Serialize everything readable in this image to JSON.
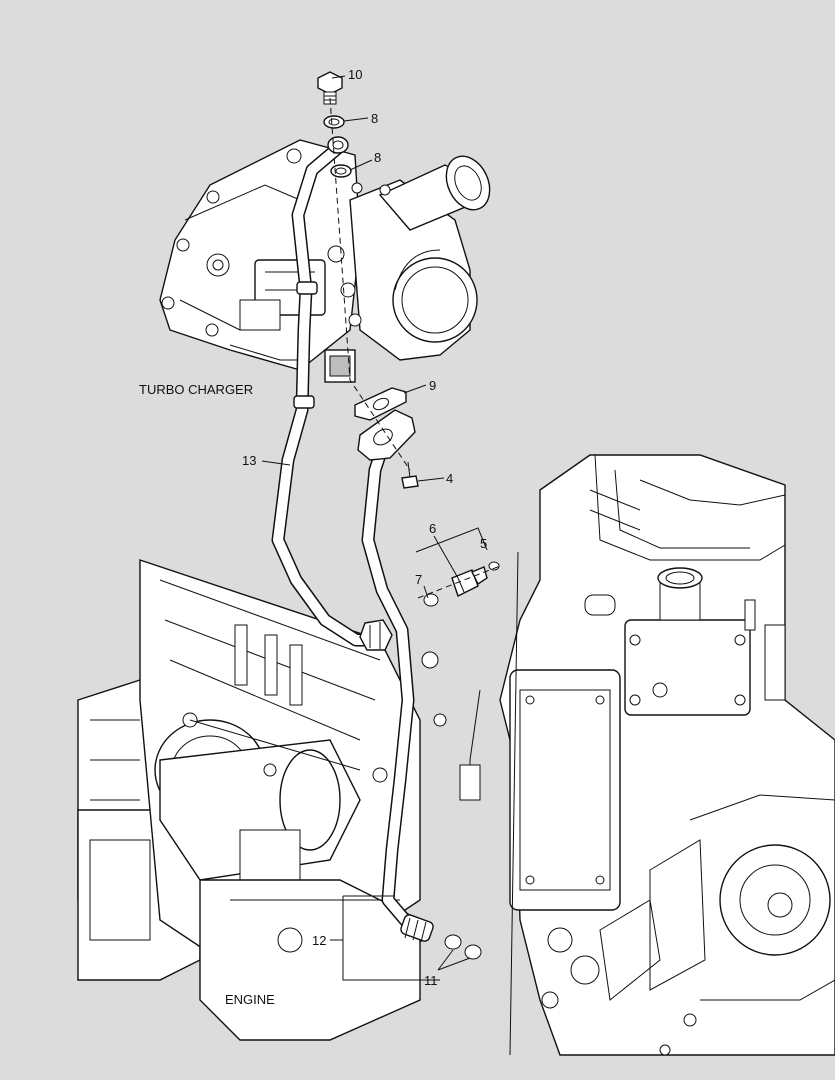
{
  "diagram": {
    "labels": {
      "turbo_charger": "TURBO CHARGER",
      "engine": "ENGINE"
    },
    "callouts": [
      {
        "id": "c10",
        "text": "10"
      },
      {
        "id": "c8a",
        "text": "8"
      },
      {
        "id": "c8b",
        "text": "8"
      },
      {
        "id": "c9",
        "text": "9"
      },
      {
        "id": "c4",
        "text": "4"
      },
      {
        "id": "c13",
        "text": "13"
      },
      {
        "id": "c6",
        "text": "6"
      },
      {
        "id": "c5",
        "text": "5"
      },
      {
        "id": "c7",
        "text": "7"
      },
      {
        "id": "c12",
        "text": "12"
      },
      {
        "id": "c11",
        "text": "11"
      }
    ]
  }
}
